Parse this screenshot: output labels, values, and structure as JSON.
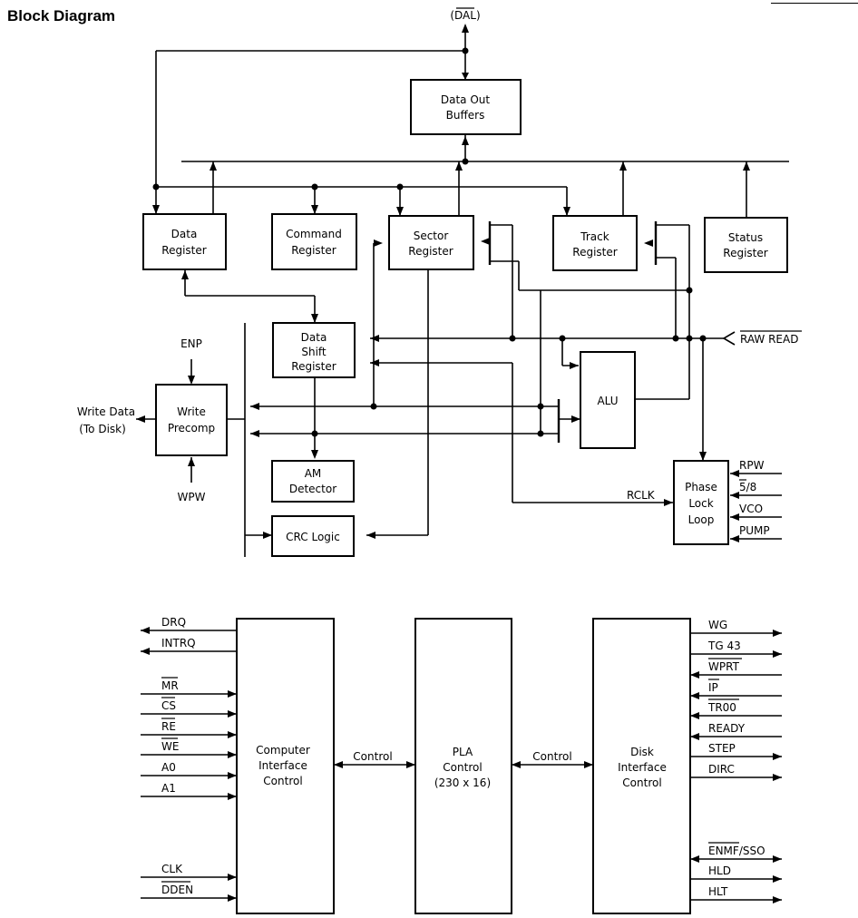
{
  "title": "Block Diagram",
  "blocks": {
    "data_out_buffers": [
      "Data Out",
      "Buffers"
    ],
    "data_register": [
      "Data",
      "Register"
    ],
    "command_register": [
      "Command",
      "Register"
    ],
    "sector_register": [
      "Sector",
      "Register"
    ],
    "track_register": [
      "Track",
      "Register"
    ],
    "status_register": [
      "Status",
      "Register"
    ],
    "data_shift_register": [
      "Data",
      "Shift",
      "Register"
    ],
    "write_precomp": [
      "Write",
      "Precomp"
    ],
    "alu": [
      "ALU"
    ],
    "am_detector": [
      "AM",
      "Detector"
    ],
    "crc_logic": [
      "CRC Logic"
    ],
    "phase_lock_loop": [
      "Phase",
      "Lock",
      "Loop"
    ],
    "computer_interface_control": [
      "Computer",
      "Interface",
      "Control"
    ],
    "pla_control": [
      "PLA",
      "Control",
      "(230 x 16)"
    ],
    "disk_interface_control": [
      "Disk",
      "Interface",
      "Control"
    ]
  },
  "signals": {
    "dal": "(DAL)",
    "enp": "ENP",
    "wpw": "WPW",
    "write_data": [
      "Write Data",
      "(To Disk)"
    ],
    "raw_read": "RAW READ",
    "rclk": "RCLK",
    "pll_inputs": [
      "RPW",
      "5/8",
      "VCO",
      "PUMP"
    ],
    "computer_side": [
      "DRQ",
      "INTRQ",
      "MR",
      "CS",
      "RE",
      "WE",
      "A0",
      "A1",
      "CLK",
      "DDEN"
    ],
    "control_left": "Control",
    "control_right": "Control",
    "disk_side": [
      "WG",
      "TG 43",
      "WPRT",
      "IP",
      "TR00",
      "READY",
      "STEP",
      "DIRC",
      "ENMF/SSO",
      "HLD",
      "HLT"
    ]
  }
}
